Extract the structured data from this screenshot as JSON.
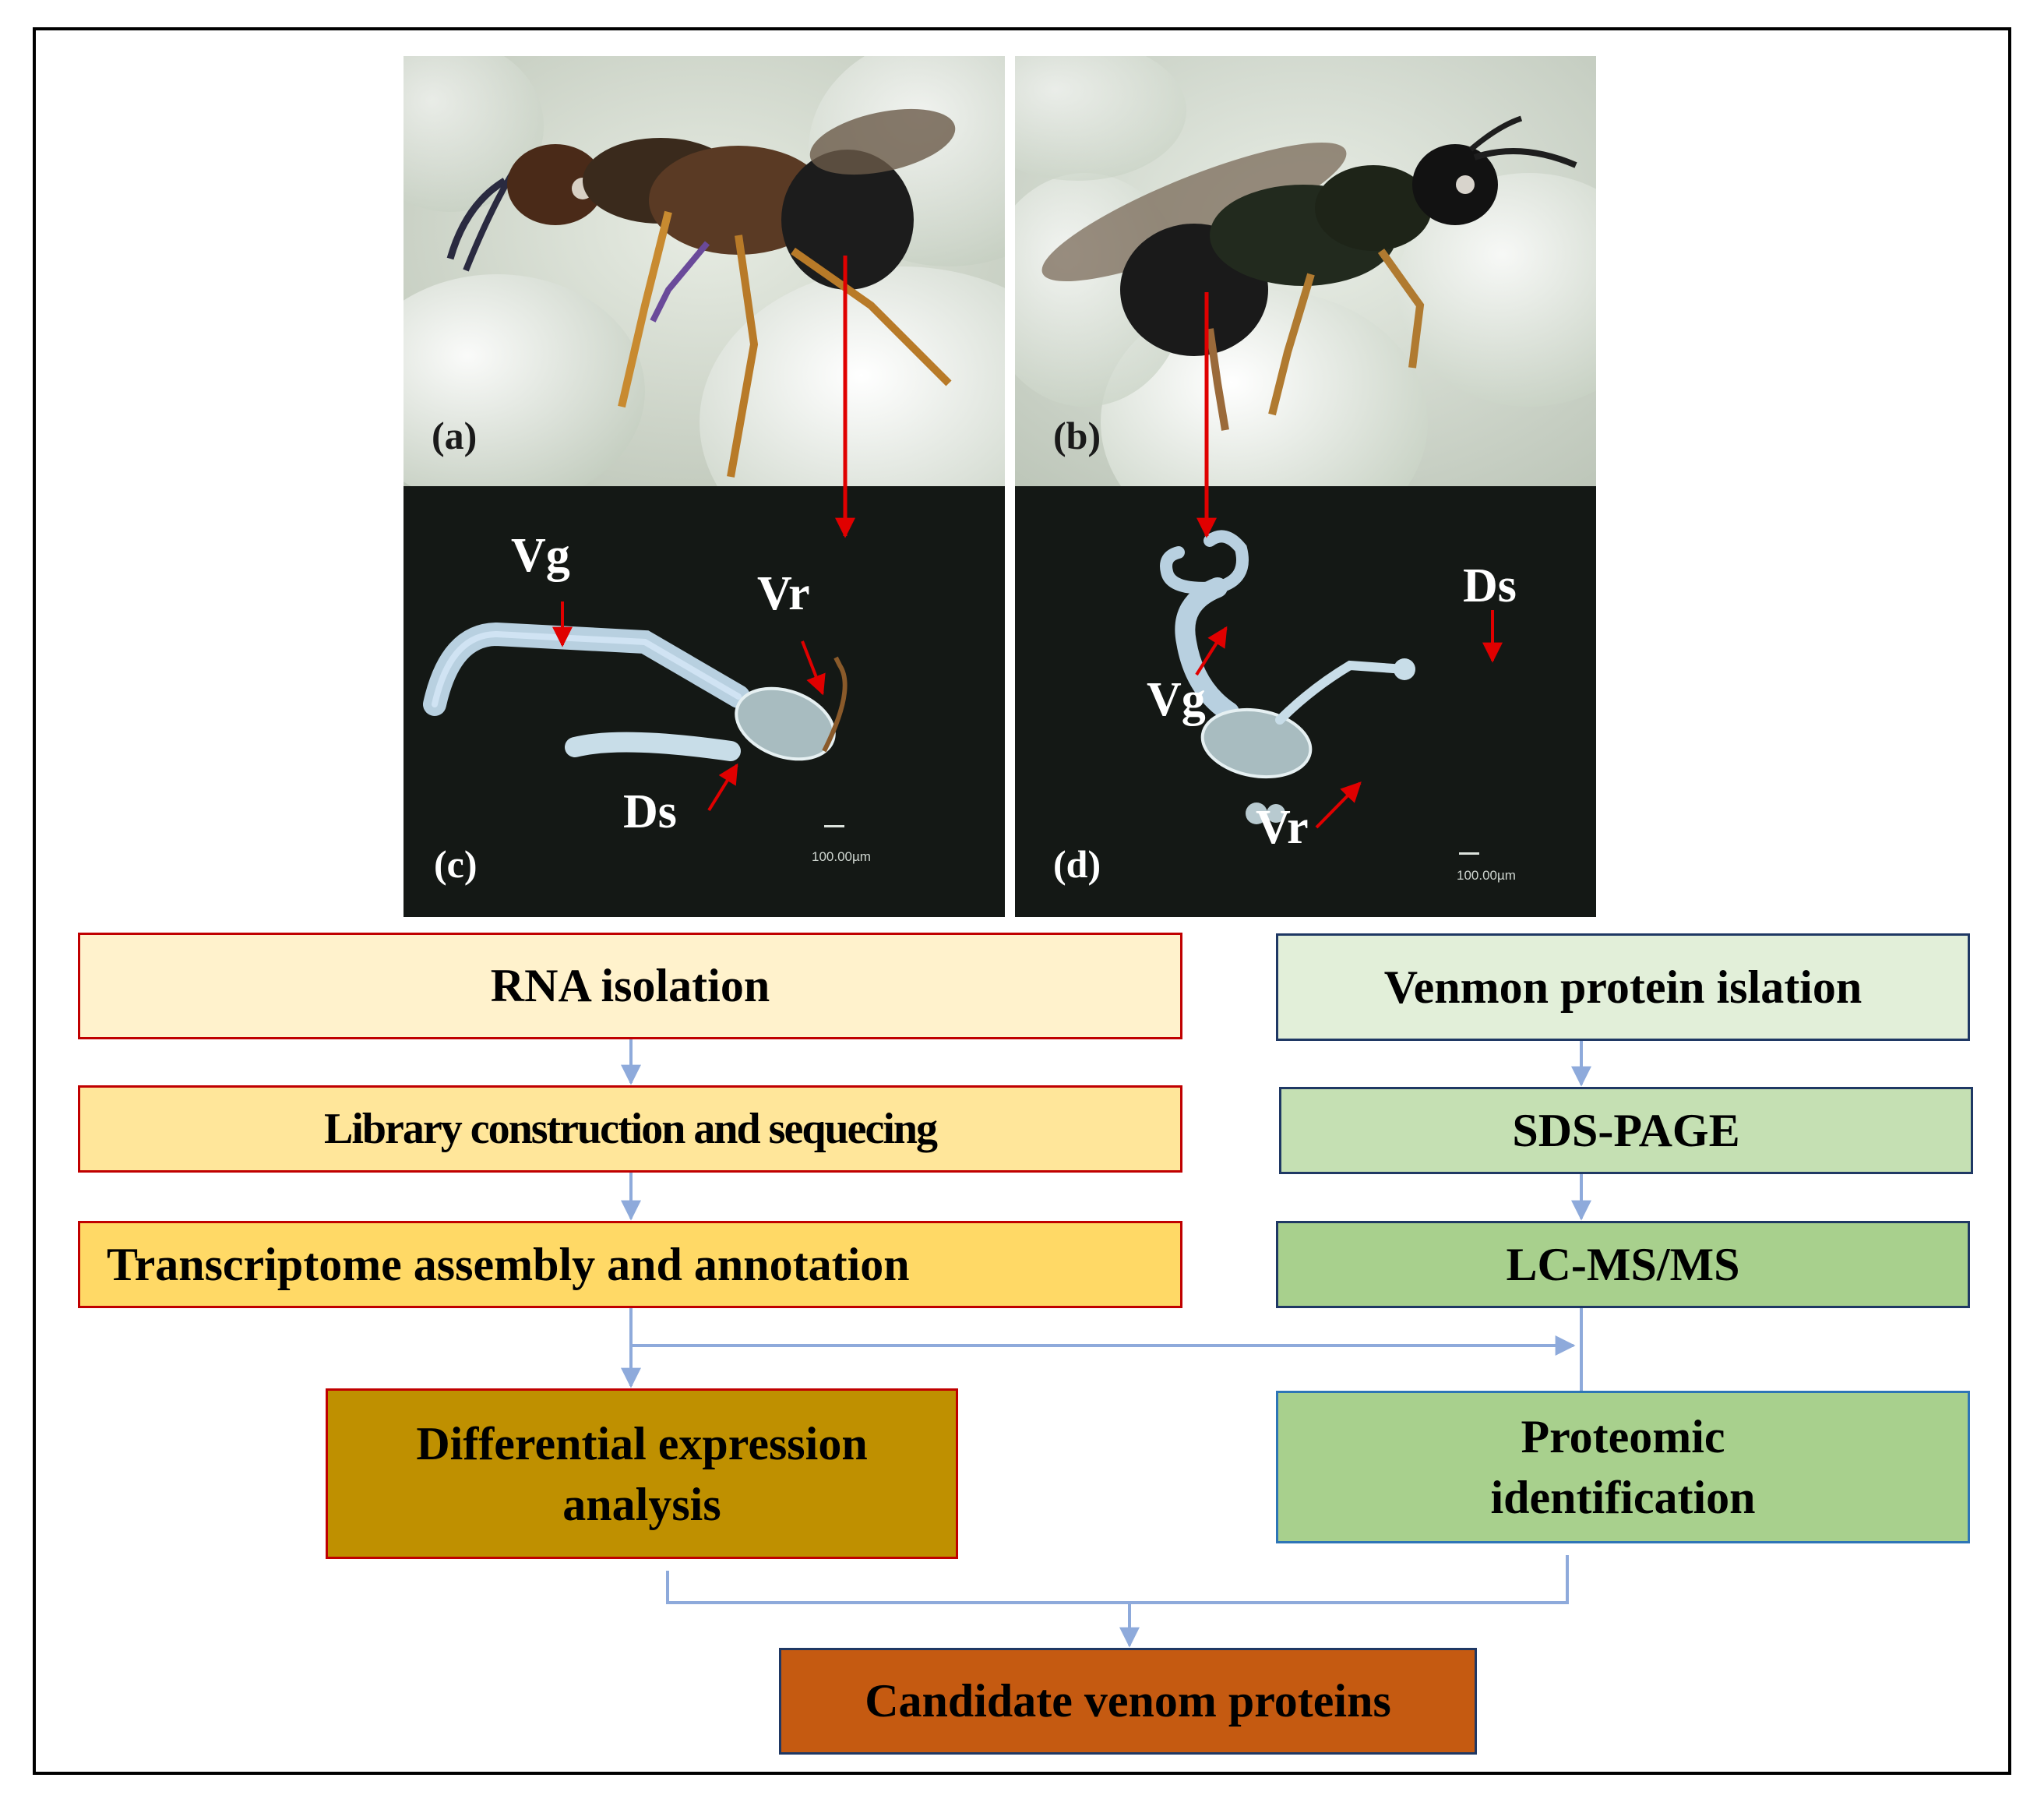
{
  "panels": {
    "a": {
      "label": "(a)"
    },
    "b": {
      "label": "(b)"
    },
    "c": {
      "label": "(c)",
      "vg": "Vg",
      "vr": "Vr",
      "ds": "Ds",
      "scale": "100.00µm"
    },
    "d": {
      "label": "(d)",
      "vg": "Vg",
      "vr": "Vr",
      "ds": "Ds",
      "scale": "100.00µm"
    }
  },
  "workflow": {
    "transcriptome": [
      "RNA isolation",
      "Library construction and sequecing",
      "Transcriptome assembly and annotation"
    ],
    "proteome": [
      "Venmon protein islation",
      "SDS-PAGE",
      "LC-MS/MS"
    ],
    "differential": [
      "Differential expression",
      "analysis"
    ],
    "proteomic_id": [
      "Proteomic",
      "identification"
    ],
    "final": "Candidate venom proteins"
  },
  "colors": {
    "rna": "#fff2cc",
    "library": "#ffe69a",
    "transcriptome": "#ffd966",
    "differential": "#bf9000",
    "venom": "#e2efd9",
    "sds": "#c5e0b3",
    "lcms": "#a8d08d",
    "proteomic": "#a8d08d",
    "final": "#c55a11",
    "arrow": "#8eaadb",
    "red_arrow": "#e00000"
  }
}
